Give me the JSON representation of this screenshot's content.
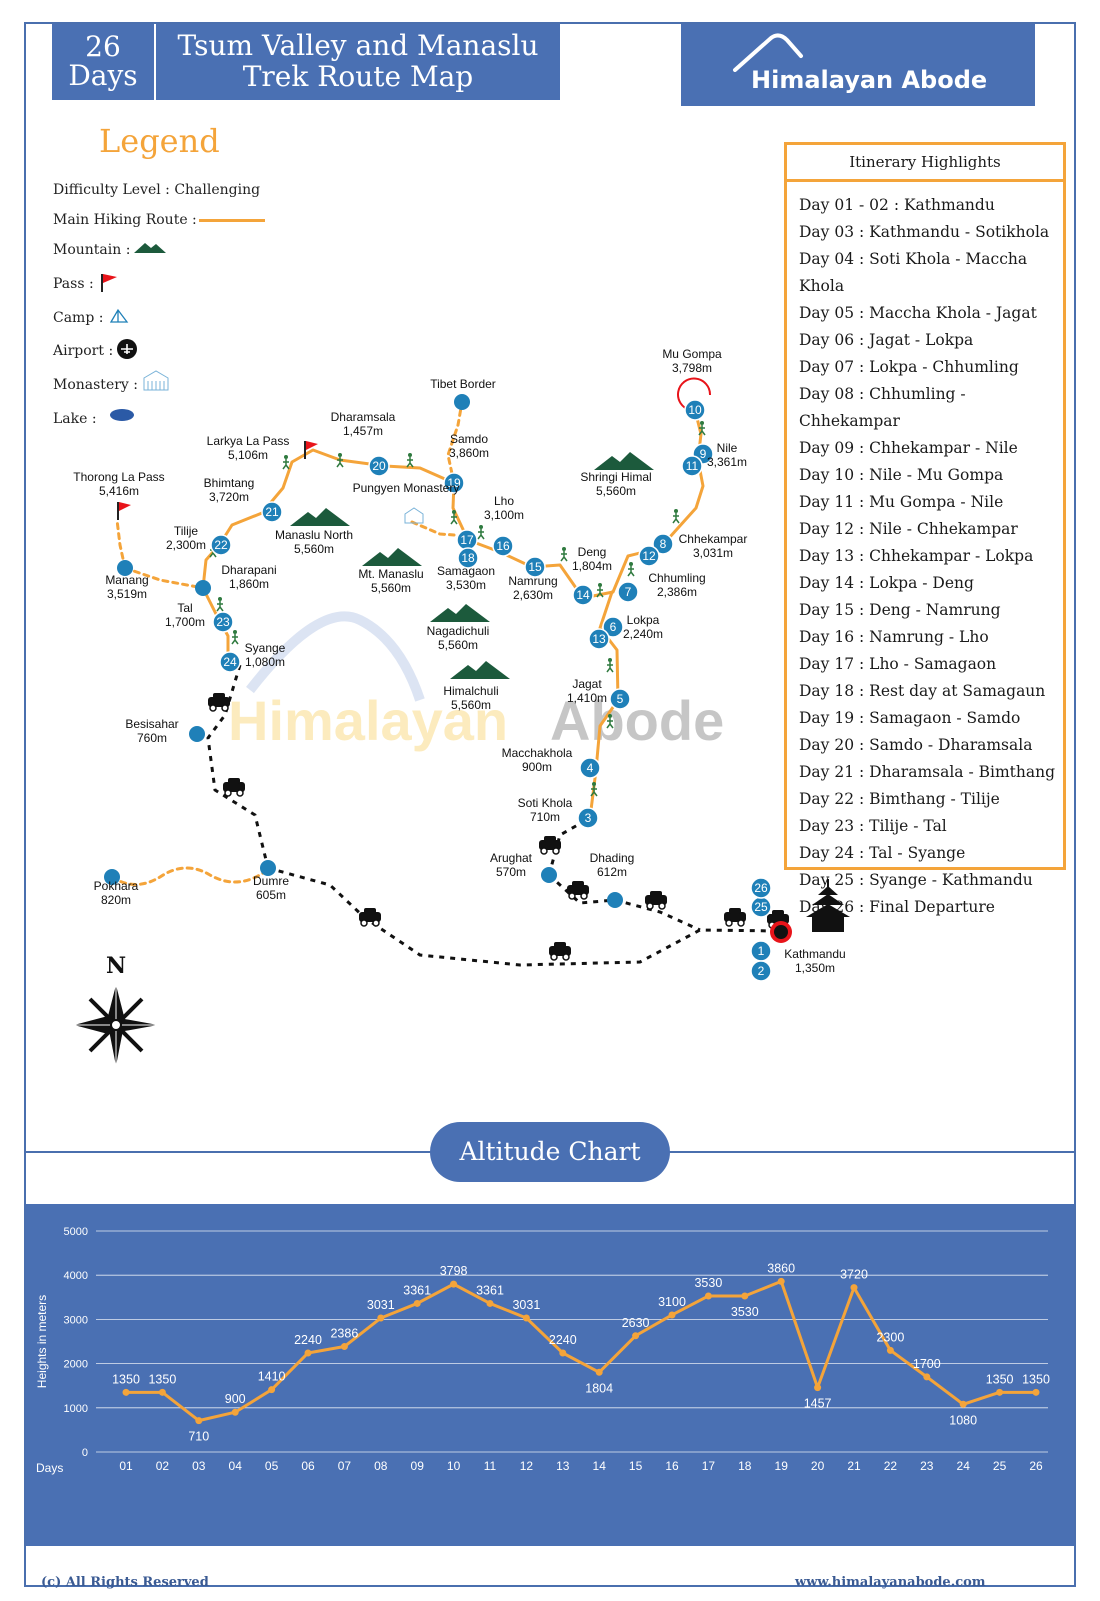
{
  "header": {
    "days_number": "26",
    "days_word": "Days",
    "title_line1": "Tsum Valley and Manaslu",
    "title_line2": "Trek Route Map",
    "brand": "Himalayan Abode"
  },
  "legend": {
    "title": "Legend",
    "difficulty": "Difficulty Level :  Challenging",
    "route": "Main Hiking Route :",
    "mountain": "Mountain :",
    "pass": "Pass :",
    "camp": "Camp :",
    "airport": "Airport :",
    "monastery": "Monastery :",
    "lake": "Lake :"
  },
  "itinerary": {
    "title": "Itinerary Highlights",
    "items": [
      "Day 01 - 02 : Kathmandu",
      "Day 03 : Kathmandu - Sotikhola",
      "Day 04 : Soti Khola - Maccha Khola",
      "Day 05 : Maccha Khola - Jagat",
      "Day 06 : Jagat - Lokpa",
      "Day 07 : Lokpa - Chhumling",
      "Day 08 : Chhumling - Chhekampar",
      "Day 09 : Chhekampar - Nile",
      "Day 10 : Nile - Mu Gompa",
      "Day 11 : Mu Gompa - Nile",
      "Day 12 : Nile - Chhekampar",
      "Day 13 : Chhekampar - Lokpa",
      "Day 14 : Lokpa - Deng",
      "Day 15 : Deng - Namrung",
      "Day 16 : Namrung - Lho",
      "Day 17 : Lho - Samagaon",
      "Day 18 : Rest day at Samagaun",
      "Day 19 : Samagaon - Samdo",
      "Day 20 : Samdo - Dharamsala",
      "Day 21 : Dharamsala - Bimthang",
      "Day 22 : Bimthang - Tilije",
      "Day 23 : Tilije - Tal",
      "Day 24 : Tal - Syange",
      "Day 25 : Syange - Kathmandu",
      "Day 26 : Final Departure"
    ]
  },
  "map": {
    "places": [
      {
        "name": "Tibet Border",
        "alt": ""
      },
      {
        "name": "Mu Gompa",
        "alt": "3,798m"
      },
      {
        "name": "Nile",
        "alt": "3,361m"
      },
      {
        "name": "Dharamsala",
        "alt": "1,457m"
      },
      {
        "name": "Samdo",
        "alt": "3,860m"
      },
      {
        "name": "Larkya La Pass",
        "alt": "5,106m"
      },
      {
        "name": "Bhimtang",
        "alt": "3,720m"
      },
      {
        "name": "Thorong La Pass",
        "alt": "5,416m"
      },
      {
        "name": "Pungyen Monastery",
        "alt": ""
      },
      {
        "name": "Lho",
        "alt": "3,100m"
      },
      {
        "name": "Shringi Himal",
        "alt": "5,560m"
      },
      {
        "name": "Chhekampar",
        "alt": "3,031m"
      },
      {
        "name": "Manaslu North",
        "alt": "5,560m"
      },
      {
        "name": "Tilije",
        "alt": "2,300m"
      },
      {
        "name": "Dharapani",
        "alt": "1,860m"
      },
      {
        "name": "Manang",
        "alt": "3,519m"
      },
      {
        "name": "Mt. Manaslu",
        "alt": "5,560m"
      },
      {
        "name": "Samagaon",
        "alt": "3,530m"
      },
      {
        "name": "Deng",
        "alt": "1,804m"
      },
      {
        "name": "Namrung",
        "alt": "2,630m"
      },
      {
        "name": "Chhumling",
        "alt": "2,386m"
      },
      {
        "name": "Tal",
        "alt": "1,700m"
      },
      {
        "name": "Lokpa",
        "alt": "2,240m"
      },
      {
        "name": "Nagadichuli",
        "alt": "5,560m"
      },
      {
        "name": "Syange",
        "alt": "1,080m"
      },
      {
        "name": "Himalchuli",
        "alt": "5,560m"
      },
      {
        "name": "Jagat",
        "alt": "1,410m"
      },
      {
        "name": "Besisahar",
        "alt": "760m"
      },
      {
        "name": "Macchakhola",
        "alt": "900m"
      },
      {
        "name": "Soti Khola",
        "alt": "710m"
      },
      {
        "name": "Arughat",
        "alt": "570m"
      },
      {
        "name": "Dhading",
        "alt": "612m"
      },
      {
        "name": "Pokhara",
        "alt": "820m"
      },
      {
        "name": "Dumre",
        "alt": "605m"
      },
      {
        "name": "Kathmandu",
        "alt": "1,350m"
      }
    ],
    "day_markers": [
      "1",
      "2",
      "3",
      "4",
      "5",
      "6",
      "7",
      "8",
      "9",
      "10",
      "11",
      "12",
      "13",
      "14",
      "15",
      "16",
      "17",
      "18",
      "19",
      "20",
      "21",
      "22",
      "23",
      "24",
      "25",
      "26"
    ],
    "compass": "N",
    "watermark_a": "Himalayan",
    "watermark_b": "Abode",
    "colors": {
      "route": "#f4a43a",
      "marker": "#1f80b8",
      "road": "#111111",
      "brand": "#4a70b3"
    }
  },
  "altitude_section": {
    "title": "Altitude Chart"
  },
  "chart_data": {
    "type": "line",
    "ylabel": "Heights in meters",
    "xlabel": "Days",
    "ylim": [
      0,
      5000
    ],
    "yticks": [
      0,
      1000,
      2000,
      3000,
      4000,
      5000
    ],
    "grid": true,
    "categories": [
      "01",
      "02",
      "03",
      "04",
      "05",
      "06",
      "07",
      "08",
      "09",
      "10",
      "11",
      "12",
      "13",
      "14",
      "15",
      "16",
      "17",
      "18",
      "19",
      "20",
      "21",
      "22",
      "23",
      "24",
      "25",
      "26"
    ],
    "values": [
      1350,
      1350,
      710,
      900,
      1410,
      2240,
      2386,
      3031,
      3361,
      3798,
      3361,
      3031,
      2240,
      1804,
      2630,
      3100,
      3530,
      3530,
      3860,
      1457,
      3720,
      2300,
      1700,
      1080,
      1350,
      1350
    ],
    "line_color": "#f4a43a",
    "background": "#4a70b3"
  },
  "footer": {
    "left": "(c) All Rights Reserved",
    "right": "www.himalayanabode.com"
  }
}
